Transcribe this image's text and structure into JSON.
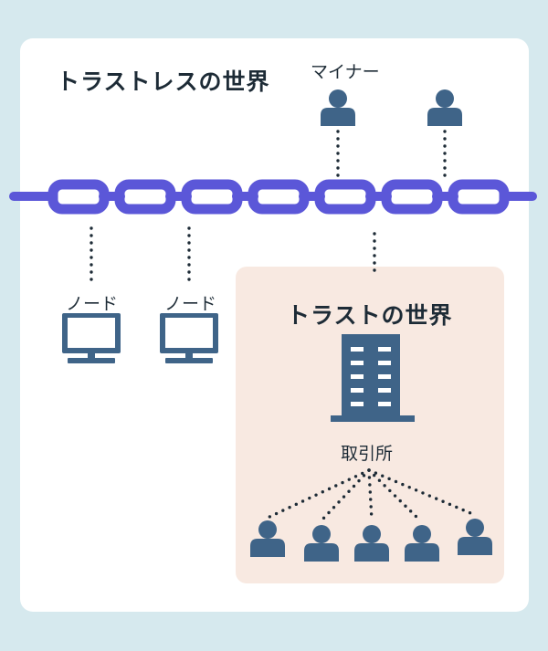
{
  "colors": {
    "background": "#d6e9ee",
    "card": "#ffffff",
    "trust_panel": "#f8e9e1",
    "chain": "#5b57d8",
    "icon": "#3f6488",
    "text": "#1d2b36"
  },
  "titles": {
    "trustless_world": "トラストレスの世界",
    "trust_world": "トラストの世界"
  },
  "labels": {
    "miner": "マイナー",
    "node_1": "ノード",
    "node_2": "ノード",
    "exchange": "取引所"
  },
  "icons": {
    "miner": "person-icon",
    "node": "monitor-icon",
    "exchange": "building-icon",
    "user": "person-icon"
  }
}
